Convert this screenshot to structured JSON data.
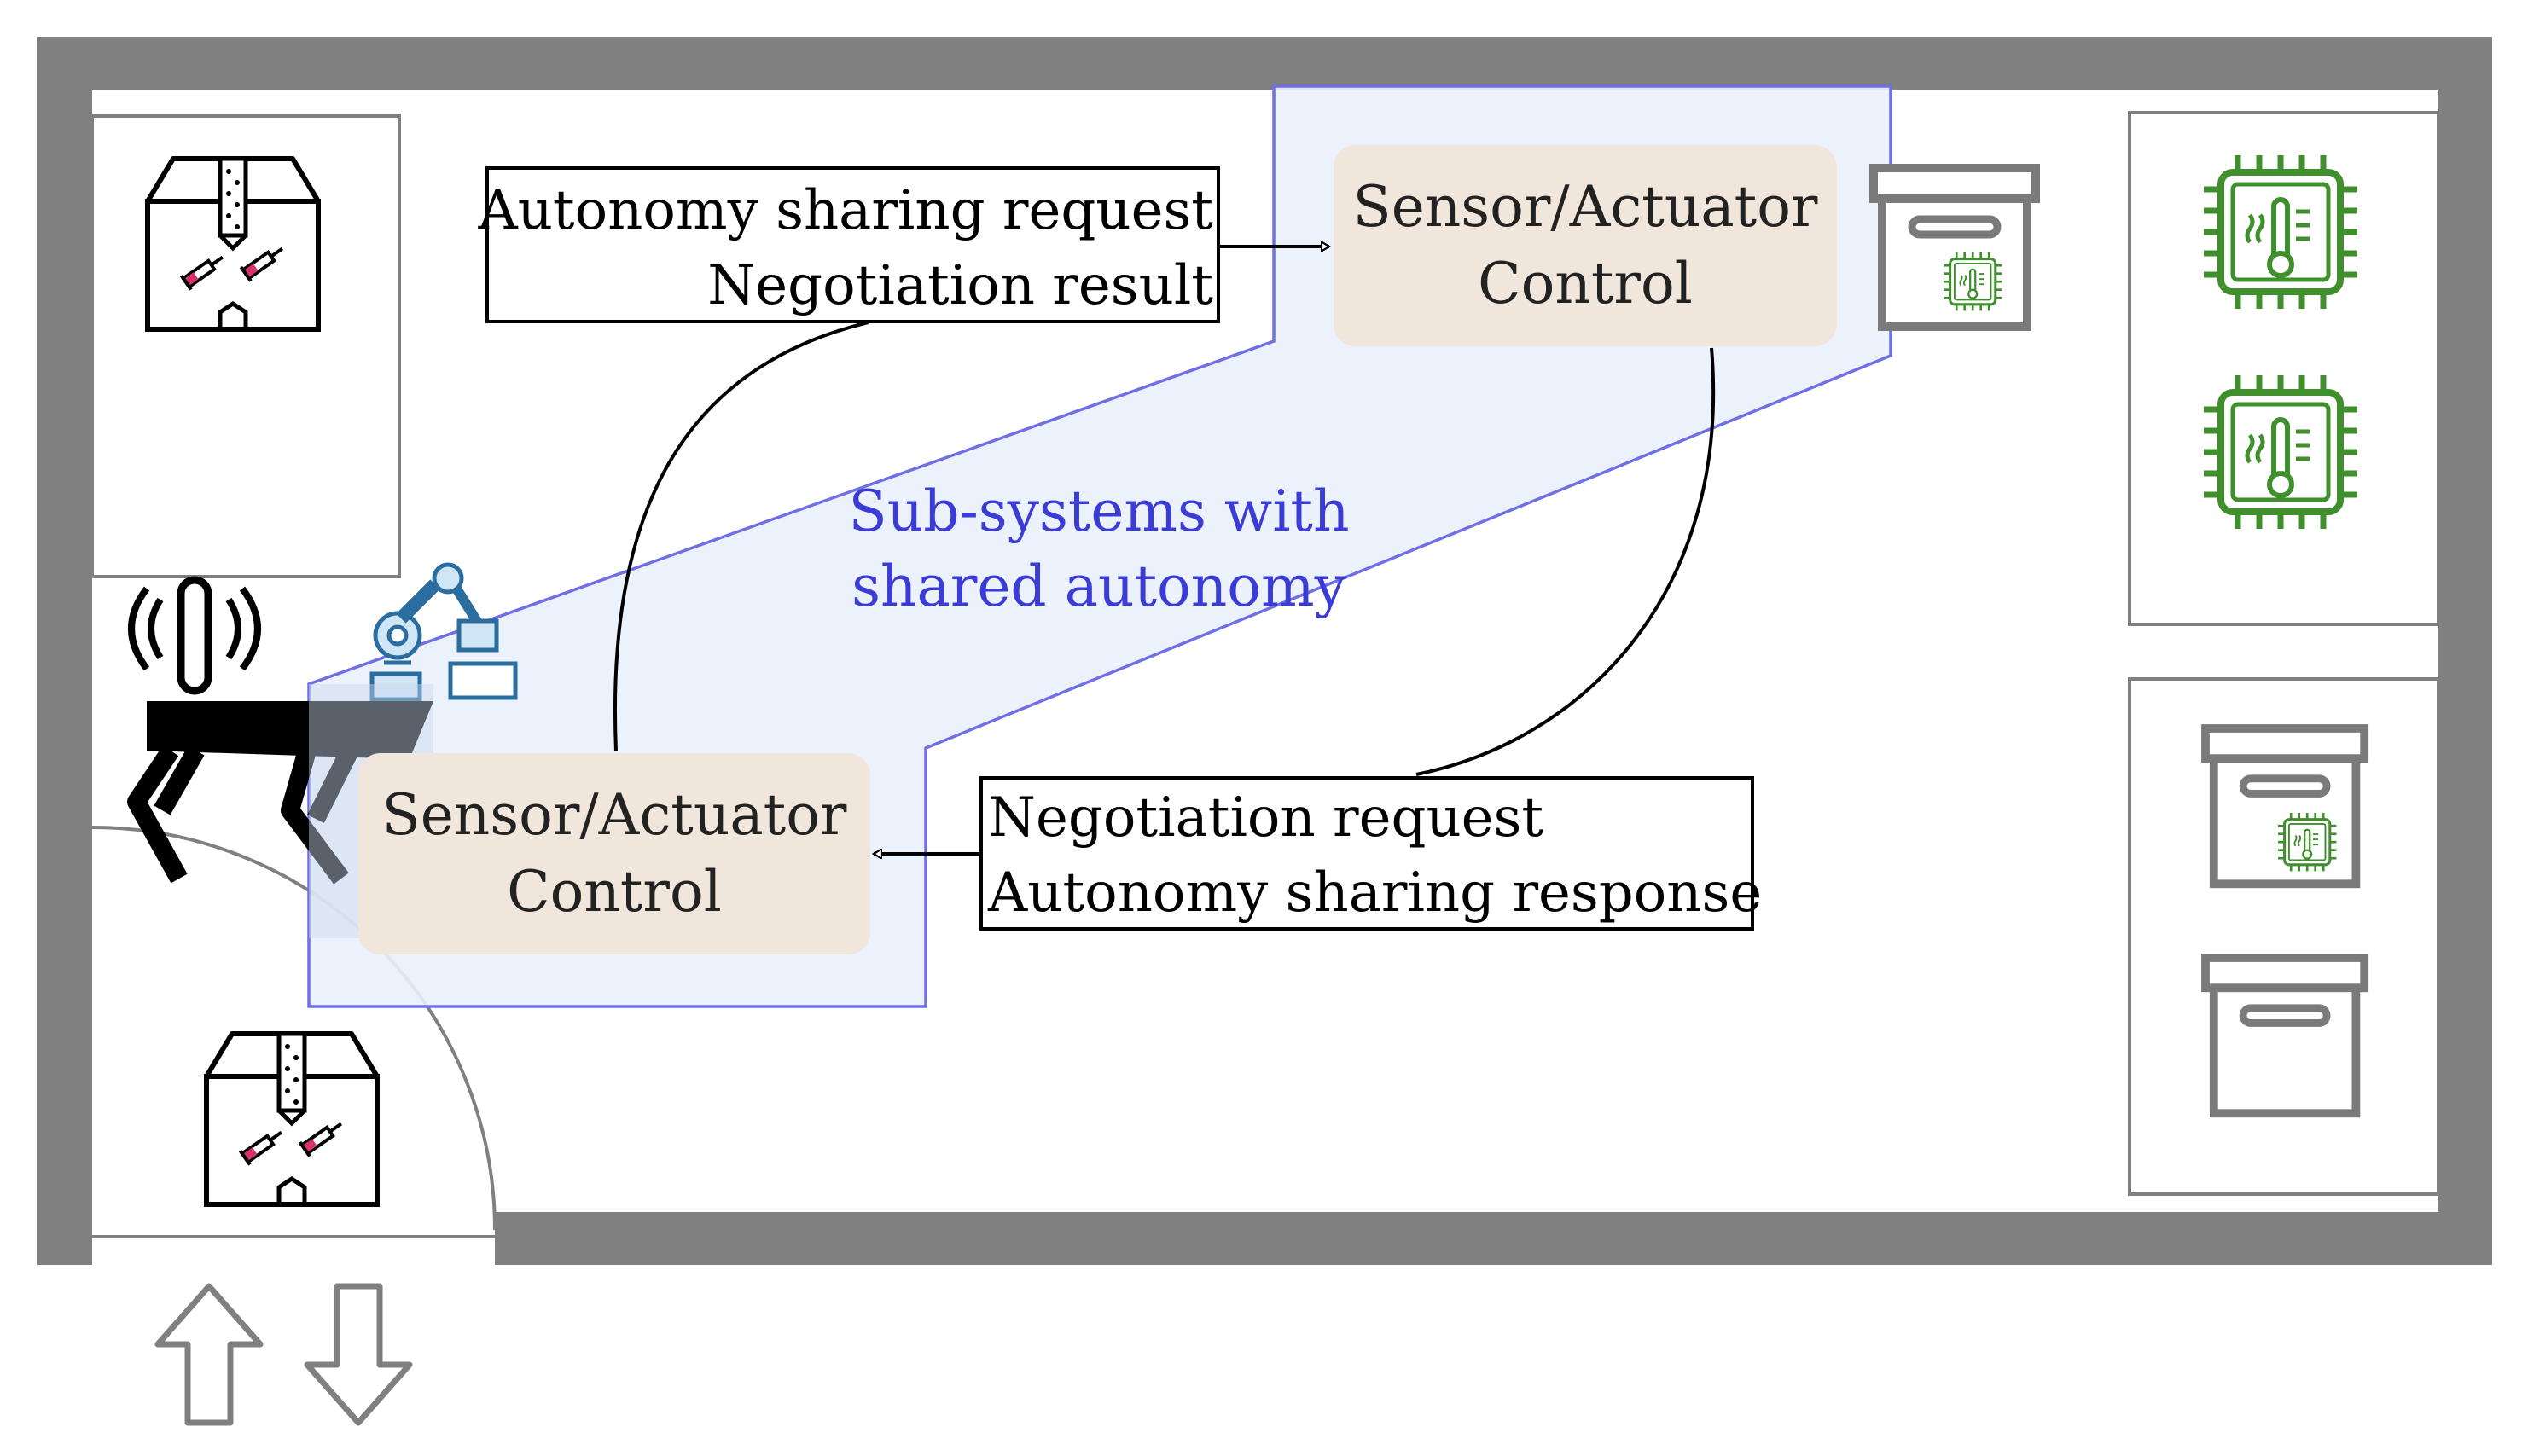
{
  "colors": {
    "wall": "#808080",
    "zone_fill": "#eaf1fb",
    "zone_stroke": "#6f6fe6",
    "zone_text": "#3b3bd6",
    "control_fill": "#f1e6dc",
    "chip_green": "#3f8f2c",
    "box_gray": "#7a7a7a"
  },
  "zone": {
    "label_line1": "Sub-systems with",
    "label_line2": "shared autonomy"
  },
  "control_top": {
    "line1": "Sensor/Actuator",
    "line2": "Control"
  },
  "control_bottom": {
    "line1": "Sensor/Actuator",
    "line2": "Control"
  },
  "message_top": {
    "line1": "Autonomy sharing request",
    "line2": "Negotiation result"
  },
  "message_bottom": {
    "line1": "Negotiation request",
    "line2": "Autonomy sharing response"
  },
  "icons": {
    "package": "medicine-package-icon",
    "storage": "storage-box-icon",
    "sensor_chip": "temperature-sensor-chip-icon",
    "robot_dog": "quadruped-robot-icon",
    "robot_arm": "robot-arm-icon",
    "door_in": "arrow-up-icon",
    "door_out": "arrow-down-icon"
  }
}
